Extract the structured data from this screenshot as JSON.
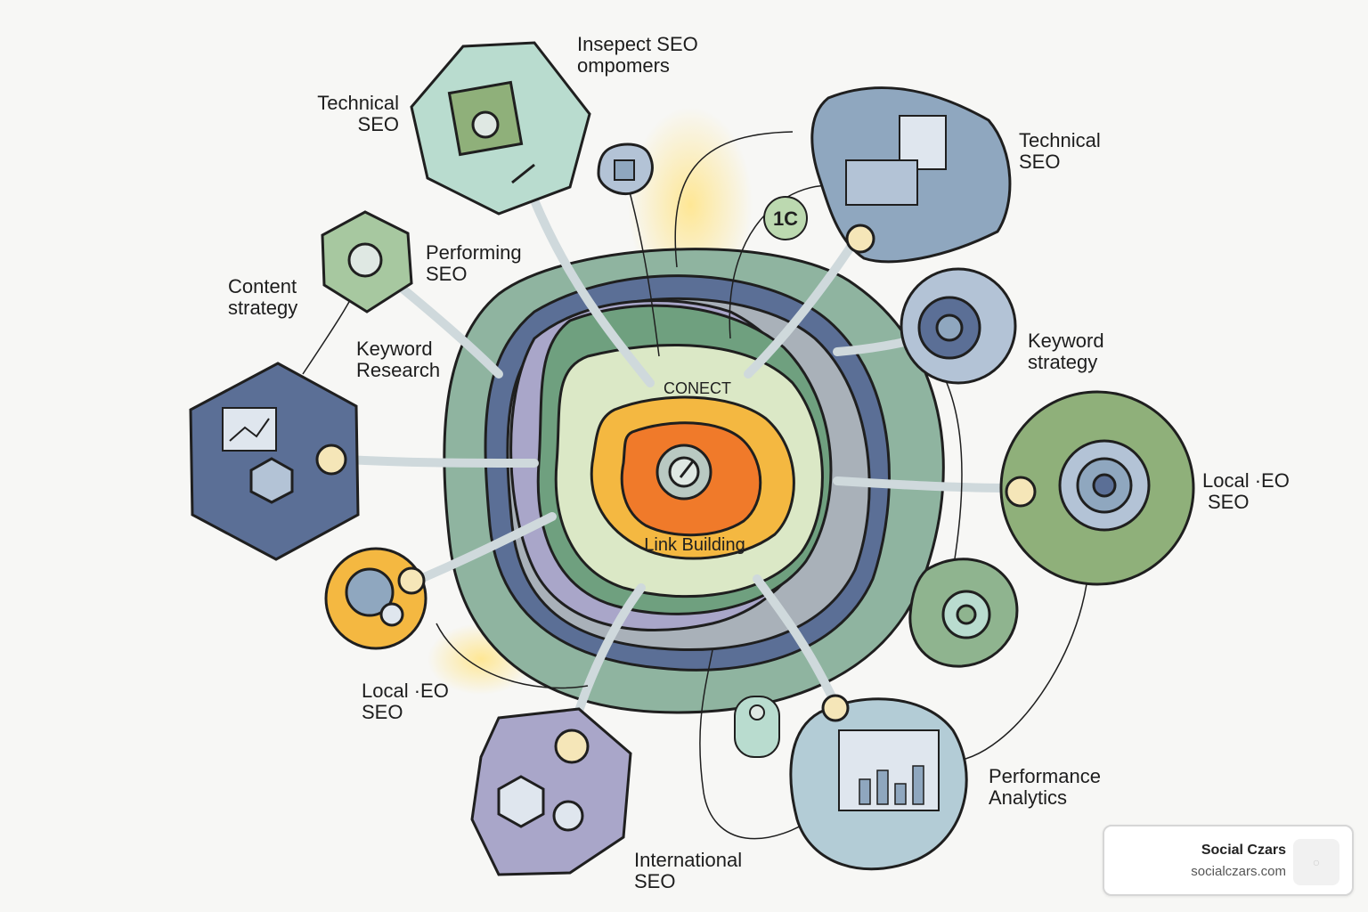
{
  "labels": {
    "top_components": [
      "Insepect SEO",
      "ompomers"
    ],
    "technical_left": [
      "Technical",
      "SEO"
    ],
    "technical_right": [
      "Technical",
      "SEO"
    ],
    "performing": [
      "Performing",
      "SEO"
    ],
    "content_strategy": [
      "Content",
      "strategy"
    ],
    "keyword_research": [
      "Keyword",
      "Research"
    ],
    "keyword_strategy": [
      "Keyword",
      "strategy"
    ],
    "local_right": [
      "Local ·EO",
      "SEO"
    ],
    "local_left": [
      "Local ·EO",
      "SEO"
    ],
    "international": [
      "International",
      "SEO"
    ],
    "performance_analytics": [
      "Performance",
      "Analytics"
    ]
  },
  "core": {
    "connect": "CONECT",
    "link_building": "Link Building"
  },
  "small_badge": "1C",
  "brand": {
    "name": "Social Czars",
    "url": "socialczars.com",
    "logo_icon": "logo-placeholder-icon"
  },
  "colors": {
    "teal": "#b9dccf",
    "slate": "#8fa7bf",
    "navy": "#5b6f96",
    "olive": "#8fb07a",
    "lavender": "#a9a6c9",
    "orange": "#f07a2a",
    "amber": "#f4b841",
    "pale_green": "#dbe8c6"
  }
}
